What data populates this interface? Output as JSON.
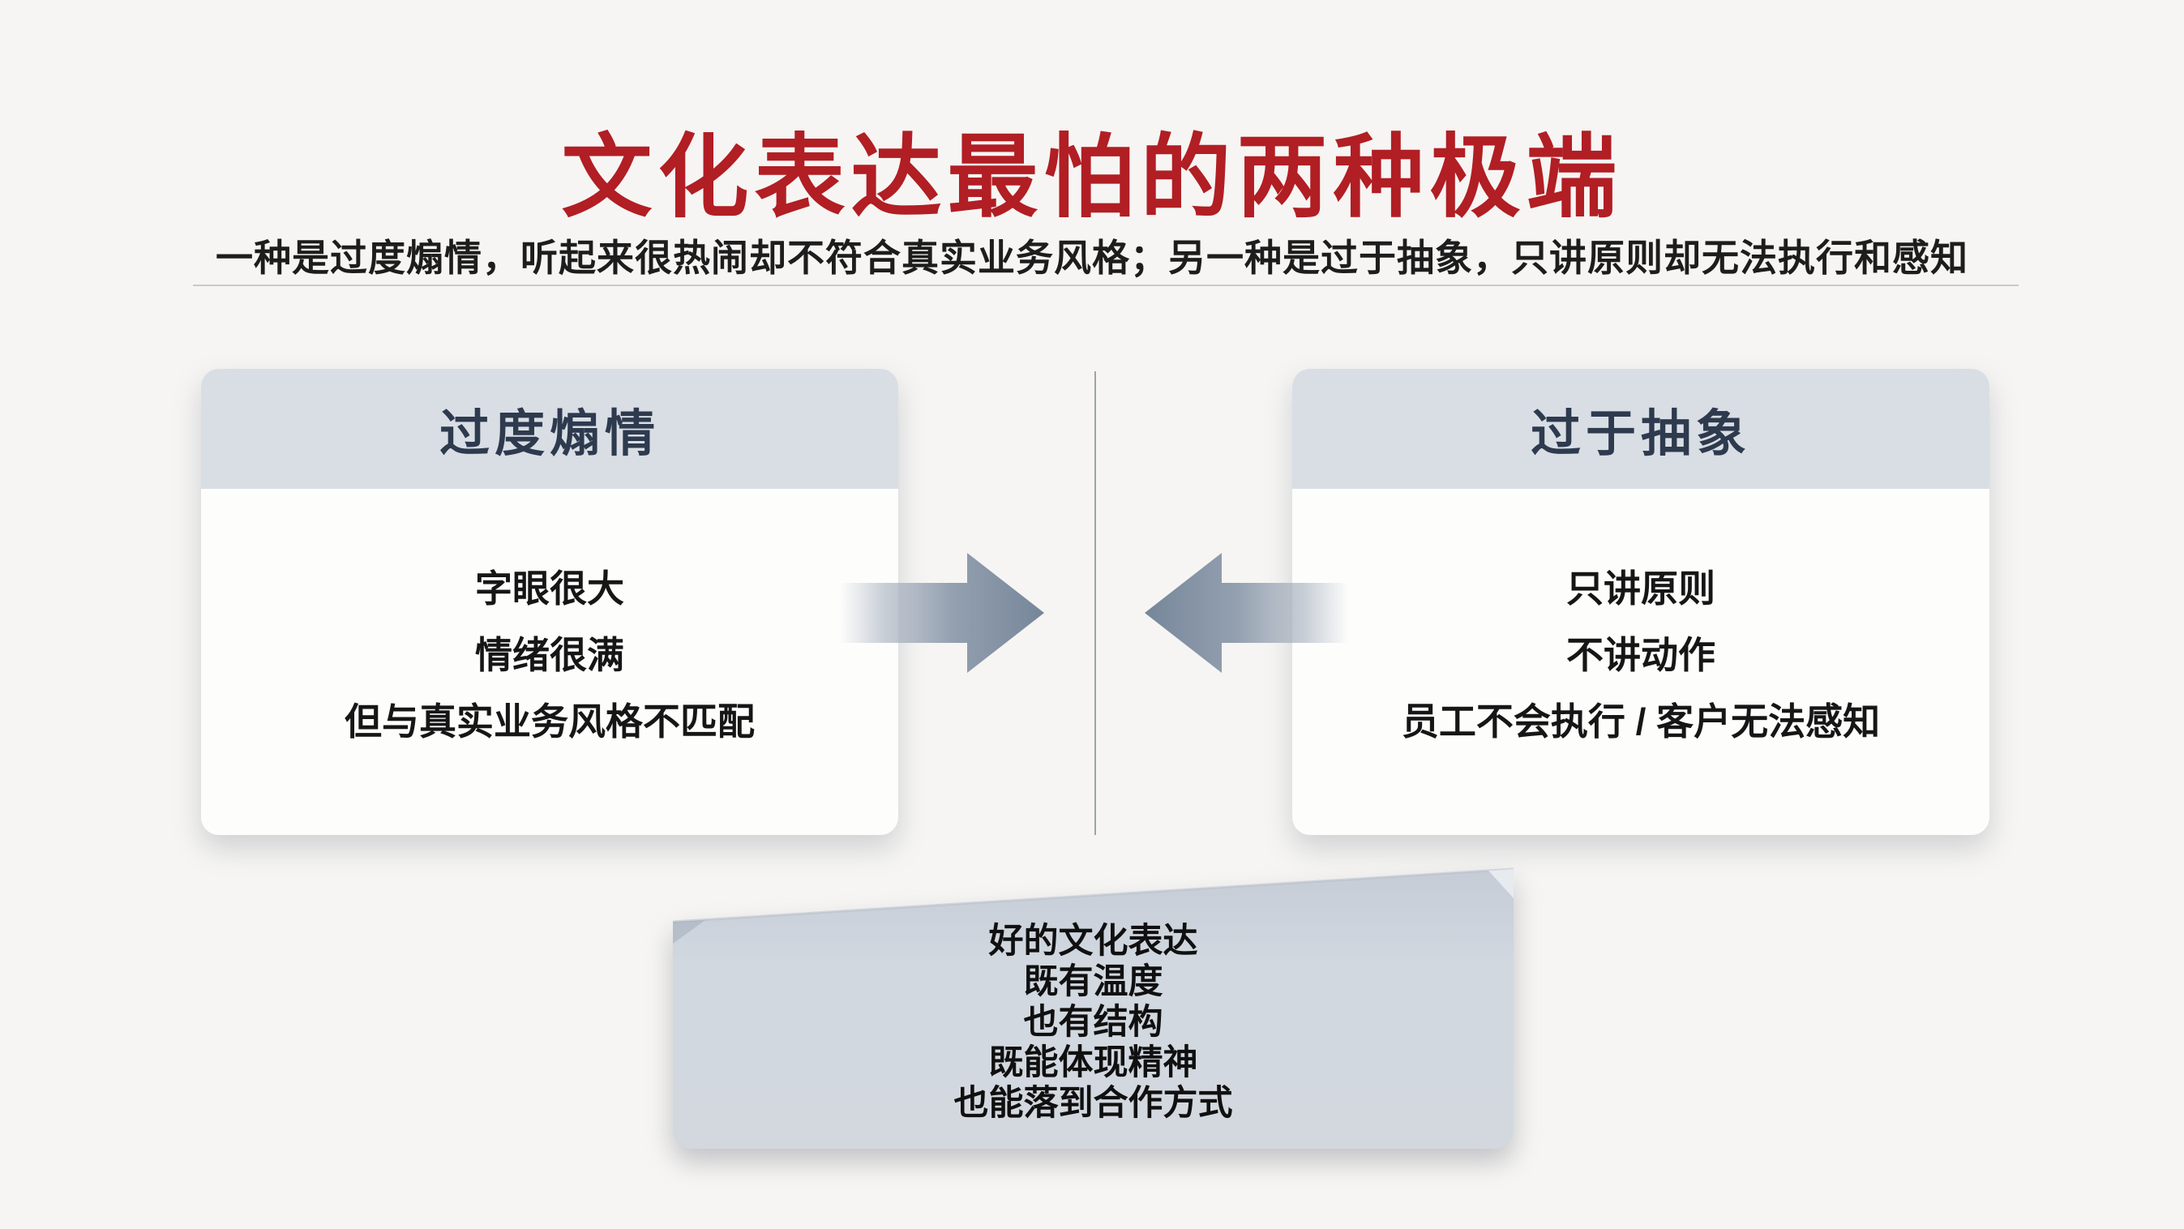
{
  "slide": {
    "title": "文化表达最怕的两种极端",
    "subtitle": "一种是过度煽情，听起来很热闹却不符合真实业务风格；另一种是过于抽象，只讲原则却无法执行和感知"
  },
  "left_card": {
    "title": "过度煽情",
    "lines": [
      "字眼很大",
      "情绪很满",
      "但与真实业务风格不匹配"
    ]
  },
  "right_card": {
    "title": "过于抽象",
    "lines": [
      "只讲原则",
      "不讲动作",
      "员工不会执行 / 客户无法感知"
    ]
  },
  "bottom_card": {
    "lines": [
      "好的文化表达",
      "既有温度",
      "也有结构",
      "既能体现精神",
      "也能落到合作方式"
    ]
  },
  "icons": {
    "left_arrow": "arrow-right-icon",
    "right_arrow": "arrow-left-icon"
  },
  "colors": {
    "background": "#f6f5f3",
    "title_red": "#b11e24",
    "card_header_bg": "#d9dee5",
    "card_header_text": "#2e3a4e",
    "card_body_bg": "#fdfdfc",
    "divider_gray": "#cbcac7",
    "arrow_dark": "#76869a",
    "arrow_light": "#aab4c1",
    "bottom_card_bg": "#d2d8e0"
  }
}
